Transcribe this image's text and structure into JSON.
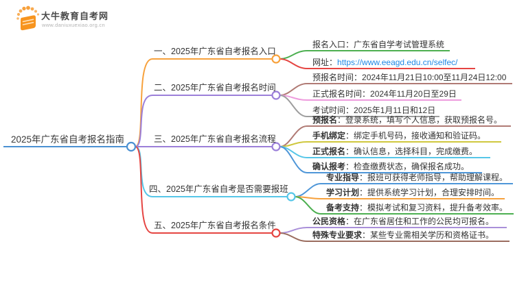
{
  "logo": {
    "title": "大牛教育自考网",
    "url": "www.daniuxuexiao.org.cn",
    "icon": "book-with-rays-icon"
  },
  "root": {
    "label": "2025年广东省自考报名指南"
  },
  "branches": [
    {
      "label": "一、2025年广东省自考报名入口",
      "color": "#F7A13C",
      "children": [
        {
          "label": "报名入口",
          "sep": "：",
          "rest": "广东省自学考试管理系统",
          "color": "#4CAF50"
        },
        {
          "label": "网址",
          "sep": "：",
          "rest": "https://www.eeagd.edu.cn/selfec/",
          "color": "#E54441",
          "link_color": "#1E88E5"
        }
      ]
    },
    {
      "label": "二、2025年广东省自考报名时间",
      "color": "#9B7FD9",
      "children": [
        {
          "label": "预报名时间",
          "sep": "：",
          "rest": "2024年11月21日10:00至11月24日12:00",
          "color": "#B07A74"
        },
        {
          "label": "正式报名时间",
          "sep": "：",
          "rest": "2024年11月20日至29日",
          "color": "#EE9BDD"
        },
        {
          "label": "考试时间",
          "sep": "：",
          "rest": "2025年1月11日和12日",
          "color": "#9E9E9E"
        }
      ]
    },
    {
      "label": "三、2025年广东省自考报名流程",
      "color": "#9B7FD9",
      "children": [
        {
          "label": "预报名",
          "sep": "：",
          "rest": "登录系统，填写个人信息，获取预报名号。",
          "color": "#B07A74"
        },
        {
          "label": "手机绑定",
          "sep": "：",
          "rest": "绑定手机号码，接收通知和验证码。",
          "color": "#CFC83E"
        },
        {
          "label": "正式报名",
          "sep": "：",
          "rest": "确认信息，选择科目，完成缴费。",
          "color": "#55C6E8"
        },
        {
          "label": "确认报考",
          "sep": "：",
          "rest": "检查缴费状态，确保报名成功。",
          "color": "#4E96D8"
        }
      ]
    },
    {
      "label": "四、2025年广东省自考是否需要报班",
      "color": "#55C6E8",
      "children": [
        {
          "label": "专业指导",
          "sep": "：",
          "rest": "报班可获得老师指导，帮助理解课程。",
          "color": "#4E96D8"
        },
        {
          "label": "学习计划",
          "sep": "：",
          "rest": "提供系统学习计划，合理安排时间。",
          "color": "#F7A13C"
        },
        {
          "label": "备考支持",
          "sep": "：",
          "rest": "模拟考试和复习资料，提升备考效率。",
          "color": "#4CAF50"
        }
      ]
    },
    {
      "label": "五、2025年广东省自考报名条件",
      "color": "#E54441",
      "children": [
        {
          "label": "公民资格",
          "sep": "：",
          "rest": "在广东省居住和工作的公民均可报名。",
          "color": "#A98FD9"
        },
        {
          "label": "特殊专业要求",
          "sep": "：",
          "rest": "某些专业需相关学历和资格证书。",
          "color": "#9A6C5E"
        }
      ]
    }
  ],
  "colors": {
    "root_line": "#4A90D2",
    "orange": "#F7A13C",
    "purple": "#9B7FD9",
    "cyan": "#55C6E8",
    "red": "#E54441",
    "green": "#4CAF50",
    "dusty_rose": "#B07A74",
    "pink": "#EE9BDD",
    "gray": "#9E9E9E",
    "yellow": "#CFC83E",
    "blue": "#4E96D8",
    "brown": "#9A6C5E",
    "light_purple": "#A98FD9",
    "link": "#1E88E5",
    "logo_orange": "#F7941E",
    "text": "#333333"
  }
}
